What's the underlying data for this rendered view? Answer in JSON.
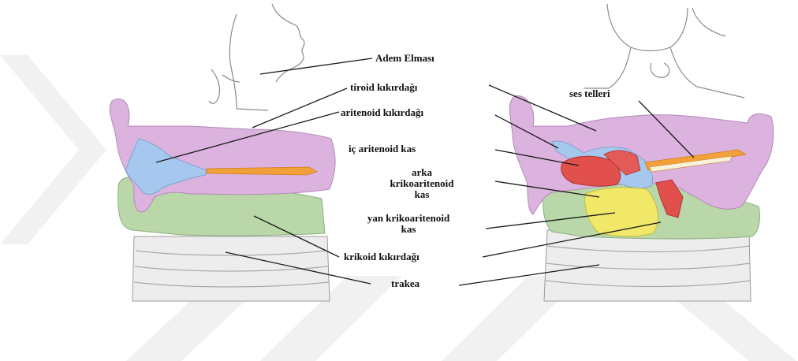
{
  "labels": {
    "adem_elmasi": "Adem Elması",
    "tiroid": "tiroid kıkırdağı",
    "aritenoid": "aritenoid kıkırdağı",
    "ic_aritenoid": "iç aritenoid kas",
    "arka_line1": "arka",
    "arka_line2": "krikoaritenoid",
    "arka_line3": "kas",
    "yan_line1": "yan krikoaritenoid",
    "yan_line2": "kas",
    "krikoid": "krikoid kıkırdağı",
    "trakea": "trakea",
    "ses_telleri": "ses telleri"
  },
  "colors": {
    "thyroid_cartilage": "#dcb3de",
    "arytenoid_cartilage": "#a7c8ee",
    "cricoid_cartilage": "#b9d7a9",
    "vocal_cords": "#f2a13a",
    "muscle": "#e2504e",
    "lateral_muscle": "#f1e86a",
    "trachea": "#e7e7e7",
    "leader_line": "#1a1a1a",
    "watermark": "#efefef"
  }
}
